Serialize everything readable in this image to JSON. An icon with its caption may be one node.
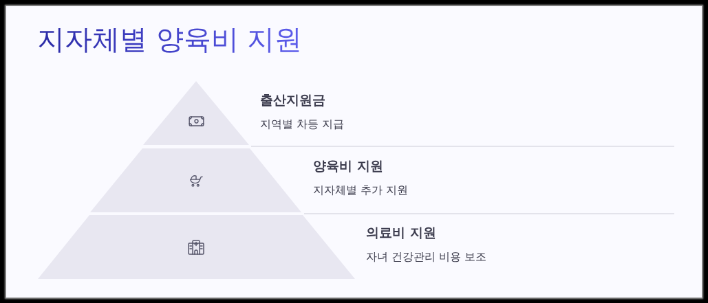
{
  "diagram": {
    "title": "지자체별 양육비 지원",
    "nodes": [
      {
        "text": [
          "출산지원금",
          "지역별 차등 지급"
        ]
      },
      {
        "text": [
          "양육비 지원",
          "지자체별 추가 지원"
        ]
      },
      {
        "text": [
          "의료비 지원",
          "자녀 건강관리 비용 보조"
        ]
      }
    ]
  }
}
